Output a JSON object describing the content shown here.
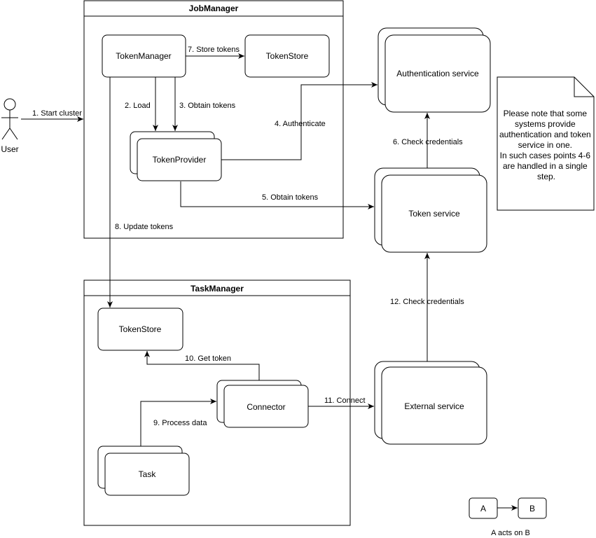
{
  "actor": {
    "label": "User"
  },
  "containers": {
    "job_manager": {
      "title": "JobManager"
    },
    "task_manager": {
      "title": "TaskManager"
    }
  },
  "nodes": {
    "token_manager": "TokenManager",
    "token_store_jm": "TokenStore",
    "token_provider": "TokenProvider",
    "authentication_service": "Authentication service",
    "token_service": "Token service",
    "token_store_tm": "TokenStore",
    "connector": "Connector",
    "task": "Task",
    "external_service": "External service"
  },
  "edges": {
    "start_cluster": "1. Start cluster",
    "load": "2. Load",
    "obtain_tokens_3": "3. Obtain tokens",
    "authenticate": "4. Authenticate",
    "obtain_tokens_5": "5. Obtain tokens",
    "check_credentials_6": "6. Check credentials",
    "store_tokens": "7. Store tokens",
    "update_tokens": "8. Update tokens",
    "process_data": "9. Process data",
    "get_token": "10. Get token",
    "connect": "11. Connect",
    "check_credentials_12": "12. Check credentials"
  },
  "note": {
    "lines": [
      "Please note that some",
      "systems provide",
      "authentication and token",
      "service in one.",
      "In such cases points 4-6",
      "are handled in a single",
      "step."
    ]
  },
  "legend": {
    "a": "A",
    "b": "B",
    "caption": "A acts on B"
  }
}
